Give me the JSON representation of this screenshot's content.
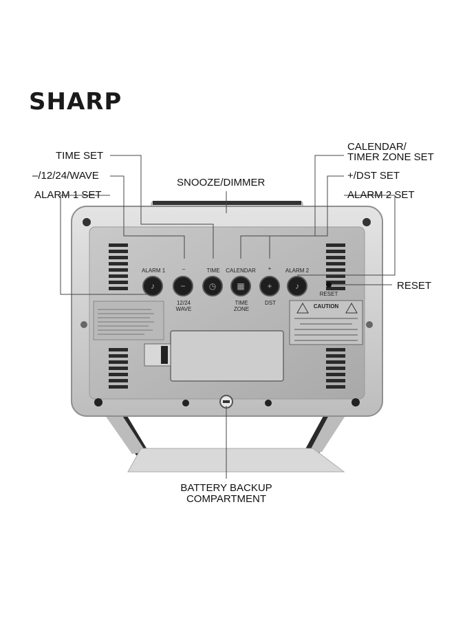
{
  "brand": "SHARP",
  "callouts": {
    "time_set": "TIME SET",
    "wave": "–/12/24/WAVE",
    "alarm1_set": "ALARM 1 SET",
    "snooze": "SNOOZE/DIMMER",
    "calendar_1": "CALENDAR/",
    "calendar_2": "TIMER ZONE SET",
    "dst_set": "+/DST SET",
    "alarm2_set": "ALARM 2 SET",
    "reset": "RESET",
    "battery_1": "BATTERY BACKUP",
    "battery_2": "COMPARTMENT"
  },
  "device_labels": {
    "alarm1": "ALARM 1",
    "minus": "–",
    "time": "TIME",
    "calendar": "CALENDAR",
    "plus": "+",
    "alarm2": "ALARM 2",
    "wave_1": "12/24",
    "wave_2": "WAVE",
    "timezone_1": "TIME",
    "timezone_2": "ZONE",
    "dst": "DST",
    "reset": "RESET",
    "caution": "CAUTION"
  },
  "icons": {
    "alarm1": "bell-icon",
    "minus": "minus-icon",
    "time": "clock-icon",
    "calendar": "calendar-icon",
    "plus": "plus-icon",
    "alarm2": "bell-icon"
  }
}
